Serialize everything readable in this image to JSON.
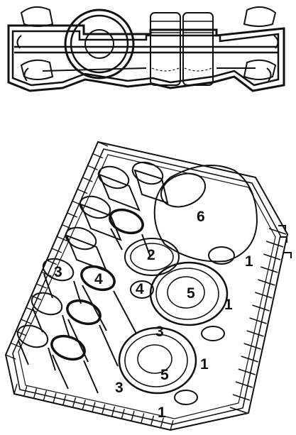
{
  "diagram": {
    "subject": "dishwasher upper basket loading diagram",
    "item_labels": [
      "6",
      "2",
      "4",
      "3",
      "4",
      "5",
      "1",
      "1",
      "3",
      "5",
      "3",
      "1",
      "1"
    ]
  }
}
